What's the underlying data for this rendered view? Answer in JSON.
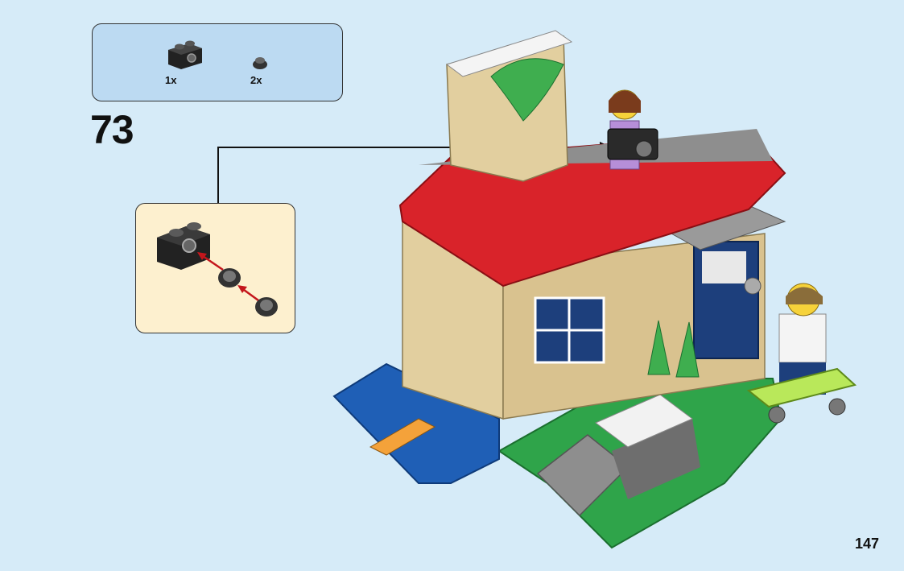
{
  "parts_list": {
    "items": [
      {
        "name": "black-brick-1x2-with-hole",
        "quantity": "1x"
      },
      {
        "name": "dark-gray-round-plate-1x1",
        "quantity": "2x"
      }
    ]
  },
  "step": {
    "number": "73"
  },
  "page": {
    "number": "147"
  },
  "colors": {
    "background": "#d6ebf8",
    "parts_box": "#bcdaf2",
    "callout": "#fdf0cf",
    "roof_red": "#d9232a",
    "wall_tan": "#e2cf9f",
    "baseplate_green": "#2fa44a",
    "water_blue": "#1f5fb6",
    "door_blue": "#1d3f7c",
    "arrow_red": "#c4161c"
  }
}
